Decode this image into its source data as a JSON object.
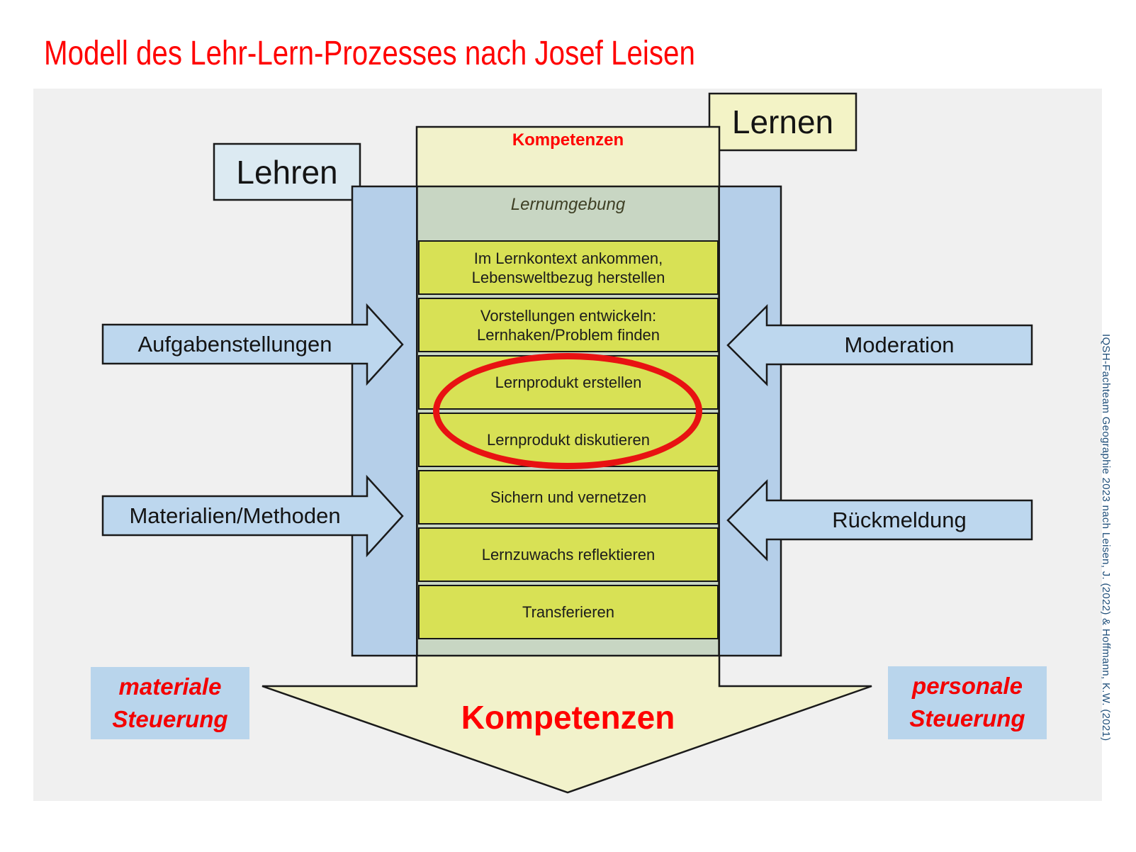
{
  "title": "Modell des Lehr-Lern-Prozesses nach Josef Leisen",
  "header_boxes": {
    "lehren": "Lehren",
    "lernen": "Lernen"
  },
  "flow": {
    "kompetenzen_top": "Kompetenzen",
    "lernumgebung": "Lernumgebung",
    "steps": [
      {
        "lines": [
          "Im Lernkontext ankommen,",
          "Lebensweltbezug herstellen"
        ]
      },
      {
        "lines": [
          "Vorstellungen entwickeln:",
          "Lernhaken/Problem finden"
        ]
      },
      {
        "lines": [
          "Lernprodukt erstellen"
        ]
      },
      {
        "lines": [
          "Lernprodukt diskutieren"
        ]
      },
      {
        "lines": [
          "Sichern und vernetzen"
        ]
      },
      {
        "lines": [
          "Lernzuwachs reflektieren"
        ]
      },
      {
        "lines": [
          "Transferieren"
        ]
      }
    ],
    "kompetenzen_bottom": "Kompetenzen"
  },
  "left_arrows": [
    {
      "label": "Aufgabenstellungen"
    },
    {
      "label": "Materialien/Methoden"
    }
  ],
  "right_arrows": [
    {
      "label": "Moderation"
    },
    {
      "label": "Rückmeldung"
    }
  ],
  "steering": {
    "left_line1": "materiale",
    "left_line2": "Steuerung",
    "right_line1": "personale",
    "right_line2": "Steuerung"
  },
  "credit": "IQSH-Fachteam Geographie 2023 nach Leisen, J. (2022) & Hoffmann, K.W. (2021)",
  "colors": {
    "panel_bg": "#f0f0f0",
    "title_red": "#ff0000",
    "lehren_box": "#dceaf2",
    "lernen_box": "#f3f3c6",
    "blue_frame": "#b5cfe9",
    "yellow_arrow": "#f2f2cb",
    "green_overlap": "#c8d6c3",
    "step_box": "#d8e155",
    "block_arrow": "#bdd7ee",
    "ellipse_red": "#e81212",
    "steering_box": "#b9d5ec",
    "credit_blue": "#1f4e79"
  }
}
